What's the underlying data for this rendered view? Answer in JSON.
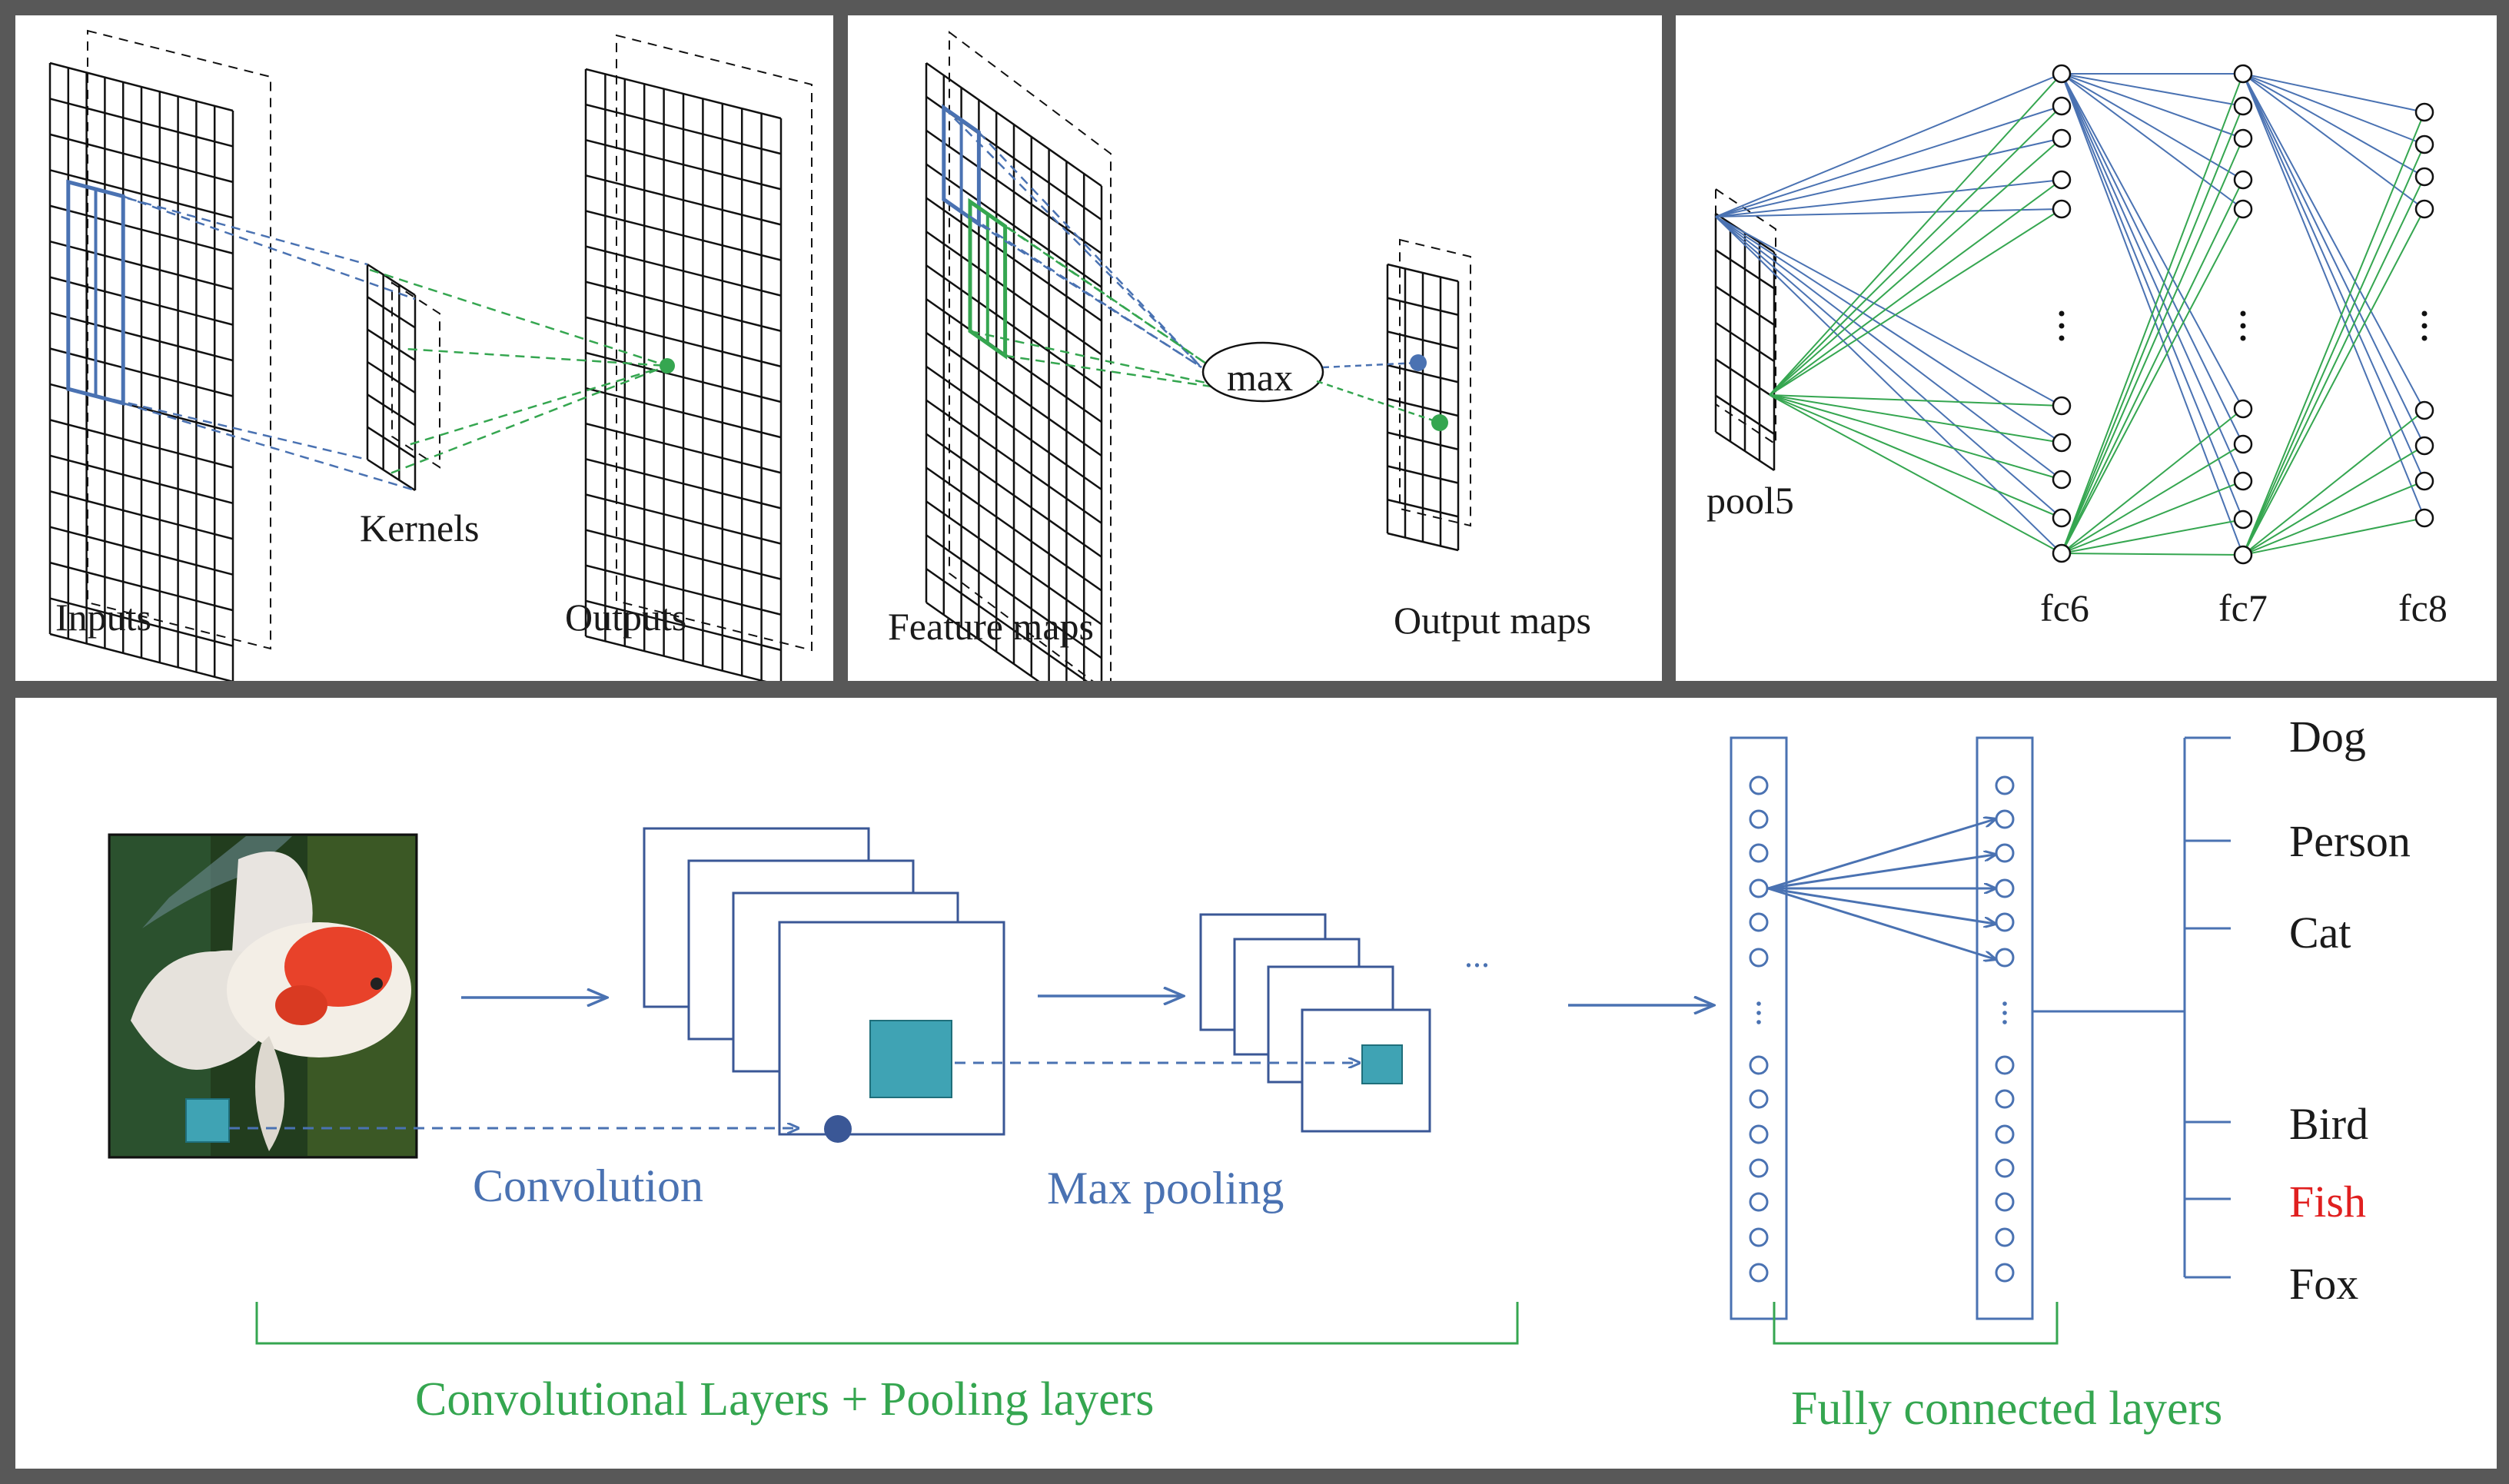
{
  "panels": {
    "convolution": {
      "labels": {
        "inputs": "Inputs",
        "kernels": "Kernels",
        "outputs": "Outputs"
      }
    },
    "pooling": {
      "labels": {
        "feature_maps": "Feature maps",
        "max": "max",
        "output_maps": "Output  maps"
      }
    },
    "fully_connected": {
      "labels": {
        "pool5": "pool5",
        "fc6": "fc6",
        "fc7": "fc7",
        "fc8": "fc8"
      }
    }
  },
  "pipeline": {
    "convolution_label": "Convolution",
    "max_pooling_label": "Max  pooling",
    "ellipsis": "...",
    "conv_pool_bracket_label": "Convolutional Layers + Pooling layers",
    "fc_bracket_label": "Fully connected layers",
    "classes": [
      "Dog",
      "Person",
      "Cat",
      "Bird",
      "Fish",
      "Fox"
    ],
    "highlighted_class": "Fish"
  },
  "colors": {
    "blue": "#4a72b2",
    "green": "#35a650",
    "teal": "#3fa3b4",
    "highlight_red": "#e02020",
    "frame_gray": "#585858"
  }
}
